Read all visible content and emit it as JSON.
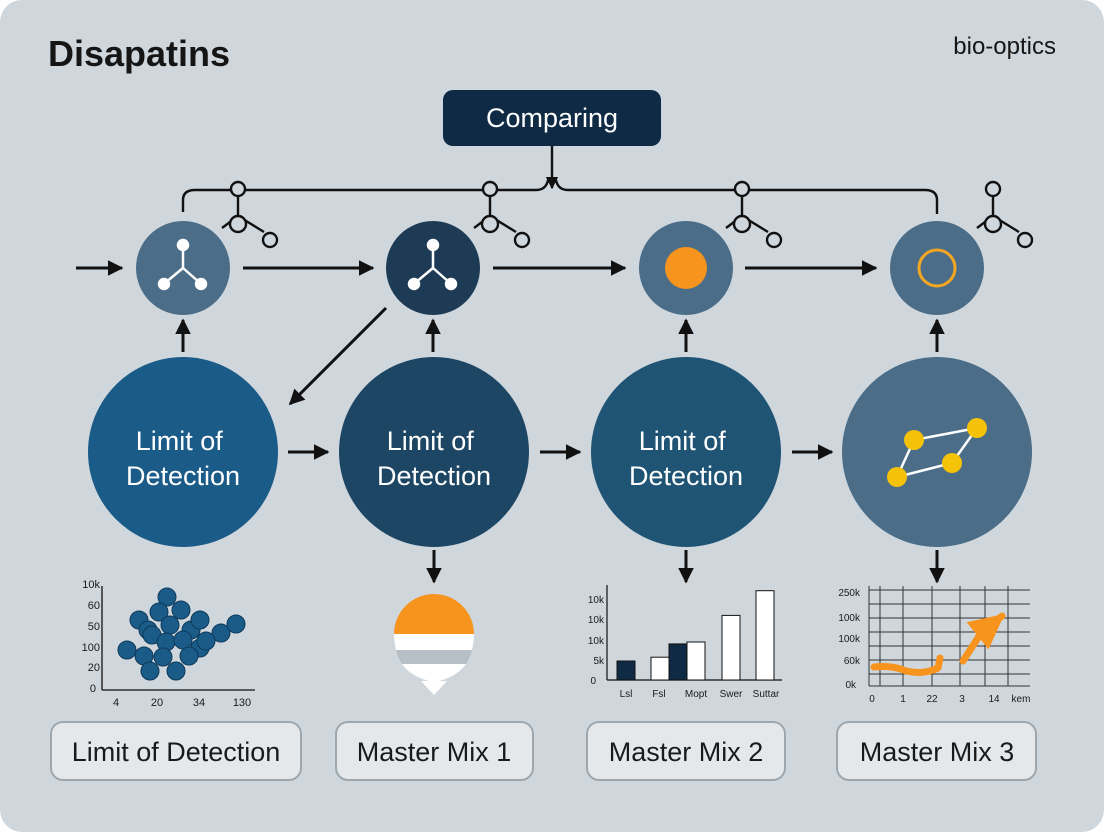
{
  "header": {
    "title": "Disapatins",
    "tag": "bio-optics"
  },
  "comparing_label": "Comparing",
  "stages": [
    {
      "circle_label": [
        "Limit of",
        "Detection"
      ],
      "box_label": "Limit of Detection"
    },
    {
      "circle_label": [
        "Limit of",
        "Detection"
      ],
      "box_label": "Master Mix 1"
    },
    {
      "circle_label": [
        "Limit of",
        "Detection"
      ],
      "box_label": "Master Mix 2"
    },
    {
      "circle_label": [],
      "box_label": "Master Mix 3"
    }
  ],
  "colors": {
    "background": "#cfd7dd",
    "navy": "#0e2a44",
    "blue_1": "#1b5b88",
    "blue_2": "#1d4664",
    "blue_3": "#1f5475",
    "slate": "#4b6d88",
    "orange": "#f7941d",
    "yellow": "#f5c20a"
  },
  "chart_data": [
    {
      "type": "scatter",
      "y_tick_labels": [
        "10k",
        "60",
        "50",
        "100",
        "20",
        "0"
      ],
      "x_tick_labels": [
        "4",
        "20",
        "34",
        "130"
      ]
    },
    {
      "type": "bar",
      "y_tick_labels": [
        "10k",
        "10k",
        "10k",
        "5k",
        "0"
      ],
      "categories": [
        "Lsl",
        "Fsl",
        "Mopt",
        "Swer",
        "Suttar"
      ],
      "series": [
        {
          "values": [
            5,
            6,
            9.5,
            10,
            17,
            23.5
          ],
          "colors": [
            "#0e2a44",
            "#ffffff",
            "#0e2a44",
            "#ffffff",
            "#ffffff",
            "#ffffff"
          ]
        }
      ]
    },
    {
      "type": "line",
      "y_tick_labels": [
        "250k",
        "100k",
        "100k",
        "60k",
        "0k"
      ],
      "x_tick_labels": [
        "0",
        "1",
        "22",
        "3",
        "14",
        "kem"
      ]
    }
  ]
}
